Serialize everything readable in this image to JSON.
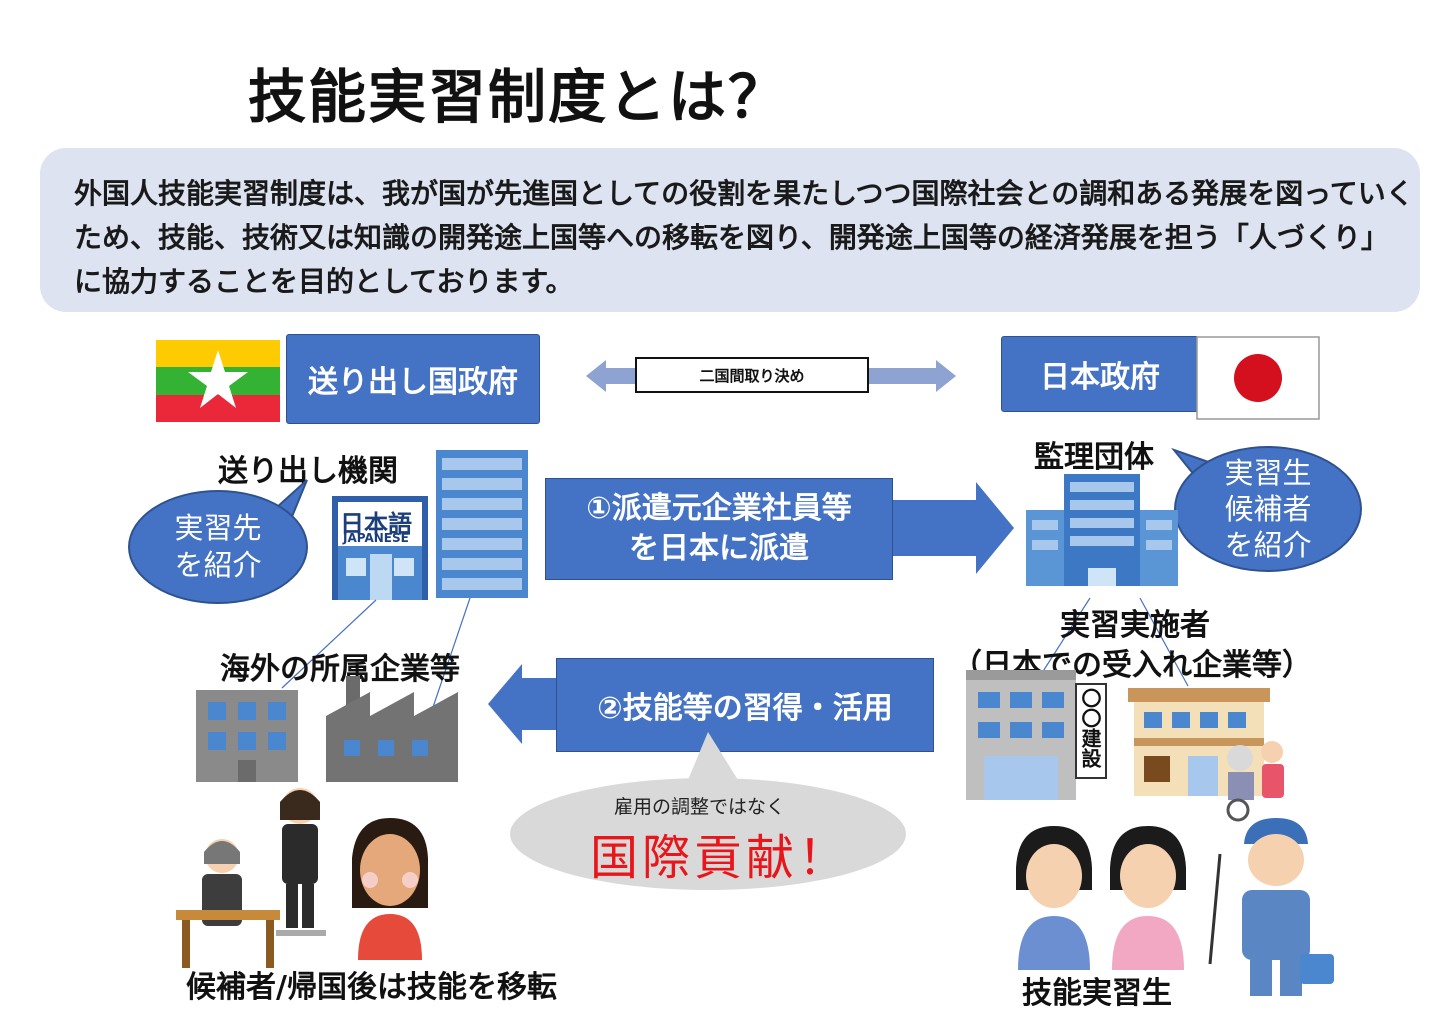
{
  "title": "技能実習制度とは？",
  "intro": "外国人技能実習制度は、我が国が先進国としての役割を果たしつつ国際社会との調和ある発展を図っていくため、技能、技術又は知識の開発途上国等への移転を図り、開発途上国等の経済発展を担う「人づくり」に協力することを目的としております。",
  "sending_gov": "送り出し国政府",
  "agreement": "二国間取り決め",
  "japan_gov": "日本政府",
  "sending_org": "送り出し機関",
  "sending_bubble": [
    "実習先",
    "を紹介"
  ],
  "language_sign": {
    "kanji": "日本語",
    "en": "JAPANESE"
  },
  "supervising_org": "監理団体",
  "supervising_bubble": [
    "実習生",
    "候補者",
    "を紹介"
  ],
  "step1": [
    "①派遣元企業社員等",
    "を日本に派遣"
  ],
  "step2": "②技能等の習得・活用",
  "implementer": [
    "実習実施者",
    "（日本での受入れ企業等）"
  ],
  "overseas_company": "海外の所属企業等",
  "construction_sign": "〇〇建設",
  "callout_small": "雇用の調整ではなく",
  "callout_big": "国際貢献！",
  "candidates": "候補者/帰国後は技能を移転",
  "trainees": "技能実習生",
  "colors": {
    "accent": "#4472c4",
    "callout_red": "#e8161a",
    "myanmar_yellow": "#fecb00",
    "myanmar_green": "#34b233",
    "myanmar_red": "#ea2839",
    "japan_red": "#d40f1e"
  }
}
